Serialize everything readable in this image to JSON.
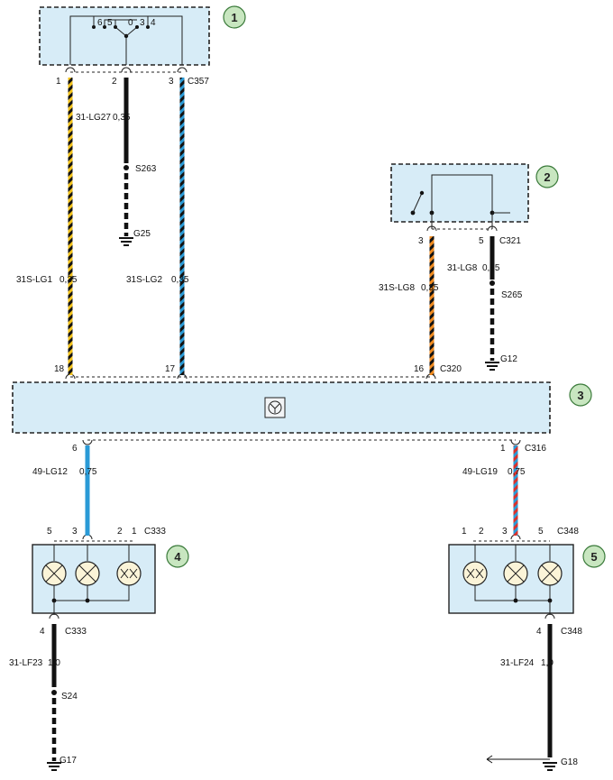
{
  "components": [
    {
      "id": "1",
      "label": "1"
    },
    {
      "id": "2",
      "label": "2"
    },
    {
      "id": "3",
      "label": "3"
    },
    {
      "id": "4",
      "label": "4"
    },
    {
      "id": "5",
      "label": "5"
    }
  ],
  "switch1": {
    "pins": [
      "6",
      "5",
      "0",
      "3",
      "4"
    ],
    "connector": "C357",
    "terminals": [
      "1",
      "2",
      "3"
    ]
  },
  "switch2": {
    "connector": "C321",
    "terminals": [
      "3",
      "5"
    ]
  },
  "module3": {
    "top_connector": "C320",
    "top_terminals": [
      "18",
      "17",
      "16"
    ],
    "bottom_connector": "C316",
    "bottom_terminals": [
      "6",
      "1"
    ]
  },
  "lamp4": {
    "top_connector": "C333",
    "top_terminals": [
      "5",
      "3",
      "2",
      "1"
    ],
    "bottom_connector": "C333",
    "bottom_terminal": "4"
  },
  "lamp5": {
    "top_connector": "C348",
    "top_terminals": [
      "1",
      "2",
      "3",
      "5"
    ],
    "bottom_connector": "C348",
    "bottom_terminal": "4"
  },
  "wires": {
    "w_31_lg27": {
      "code": "31-LG27",
      "gauge": "0,35"
    },
    "w_31s_lg1": {
      "code": "31S-LG1",
      "gauge": "0,35"
    },
    "w_31s_lg2": {
      "code": "31S-LG2",
      "gauge": "0,35"
    },
    "w_31_lg8": {
      "code": "31-LG8",
      "gauge": "0,35"
    },
    "w_31s_lg8": {
      "code": "31S-LG8",
      "gauge": "0,35"
    },
    "w_49_lg12": {
      "code": "49-LG12",
      "gauge": "0,75"
    },
    "w_49_lg19": {
      "code": "49-LG19",
      "gauge": "0,75"
    },
    "w_31_lf23": {
      "code": "31-LF23",
      "gauge": "1,0"
    },
    "w_31_lf24": {
      "code": "31-LF24",
      "gauge": "1,0"
    }
  },
  "splices": {
    "s263": "S263",
    "s265": "S265",
    "s24": "S24"
  },
  "grounds": {
    "g25": "G25",
    "g12": "G12",
    "g17": "G17",
    "g18": "G18"
  },
  "colors": {
    "box_fill": "#d7ecf7",
    "black": "#111111",
    "yellow": "#f2c21b",
    "blue": "#2a9ad6",
    "orange": "#ef8a1f",
    "red": "#d8322c",
    "badge_fill": "#c8e6c0",
    "badge_stroke": "#3a7a3a"
  }
}
